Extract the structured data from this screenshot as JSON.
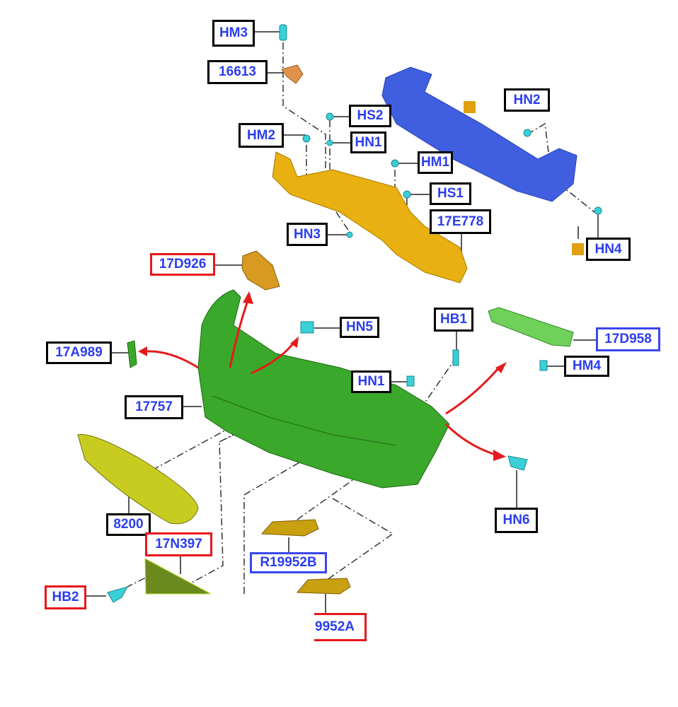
{
  "diagram": {
    "title": "Front bumper assembly exploded view",
    "labels": {
      "hm3": "HM3",
      "p16613": "16613",
      "hs2": "HS2",
      "hn1_top": "HN1",
      "hm2": "HM2",
      "hm1": "HM1",
      "hs1": "HS1",
      "p17e778": "17E778",
      "hn3": "HN3",
      "hn2": "HN2",
      "hn4": "HN4",
      "p17d926": "17D926",
      "hn5": "HN5",
      "hb1": "HB1",
      "p17d958": "17D958",
      "hm4": "HM4",
      "p17a989": "17A989",
      "hn1": "HN1",
      "p17757": "17757",
      "hn6": "HN6",
      "p8200": "8200",
      "p17n397": "17N397",
      "r19952b": "R19952B",
      "hb2": "HB2",
      "p19952a": "9952A"
    },
    "colors": {
      "label_text": "#2b3df0",
      "border_black": "#000000",
      "border_red": "#e8161b",
      "border_blue": "#3a46f0",
      "reinforcement": "#3f5fe0",
      "absorber": "#e8b010",
      "bumper_cover": "#3aa82a",
      "fastener": "#39d0d8",
      "marker": "#e0a010",
      "arrow": "#e51b1b"
    }
  }
}
